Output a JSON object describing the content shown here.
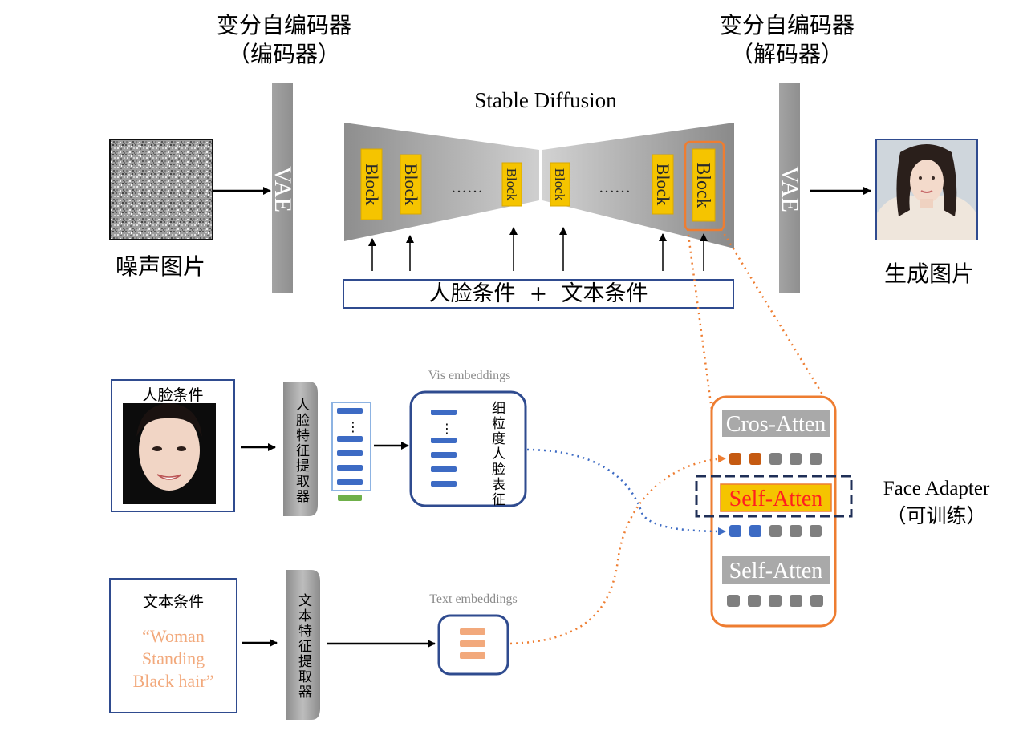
{
  "encoder_heading": {
    "line1": "变分自编码器",
    "line2": "（编码器）"
  },
  "decoder_heading": {
    "line1": "变分自编码器",
    "line2": "（解码器）"
  },
  "stable_diffusion": {
    "title": "Stable Diffusion",
    "block_label": "Block",
    "ellipsis": "……",
    "conditions_label": "人脸条件  +  文本条件"
  },
  "vae_label": "VAE",
  "noise_image_label": "噪声图片",
  "generated_image_label": "生成图片",
  "face_condition": {
    "title": "人脸条件",
    "extractor_label": "人脸特征提取器",
    "vis_embeddings_label": "Vis embeddings",
    "fine_face_repr": "细粒度人脸表征"
  },
  "text_condition": {
    "title": "文本条件",
    "prompt_line1": "“Woman",
    "prompt_line2": "Standing",
    "prompt_line3": "Black hair”",
    "extractor_label": "文本特征提取器",
    "text_embeddings_label": "Text embeddings"
  },
  "adapter": {
    "cross_atten": "Cros-Atten",
    "self_atten_trainable": "Self-Atten",
    "self_atten": "Self-Atten",
    "name": "Face Adapter",
    "note": "（可训练）"
  },
  "colors": {
    "block_fill": "#f5c400",
    "orange_accent": "#ee7d31",
    "navy": "#2f4b8f",
    "embedding_blue": "#3d6bc4",
    "token_gray": "#7f7f7f",
    "prompt_text": "#f2a97c",
    "vae_bar": "#9a9a9a",
    "red_text": "#ff1f1f"
  }
}
